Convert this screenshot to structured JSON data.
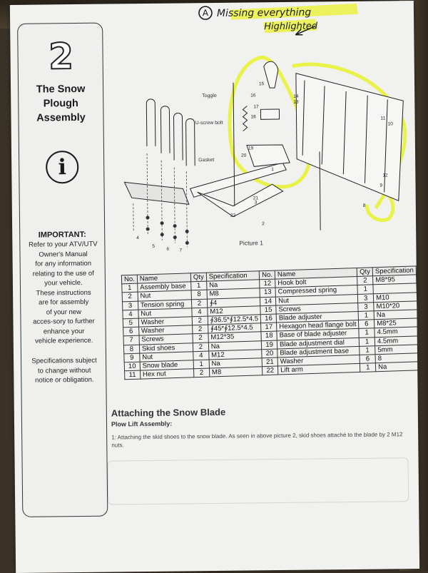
{
  "sidebar": {
    "number": "2",
    "title_line1": "The Snow",
    "title_line2": "Plough",
    "title_line3": "Assembly",
    "important_heading": "IMPORTANT:",
    "important_lines": [
      "Refer to your ATV/UTV",
      "Owner's Manual",
      "for any information",
      "relating to the use of",
      "your vehicle.",
      "These instructions",
      "are for assembly",
      "of your new",
      "acces-sory to further",
      "enhance your",
      "vehicle experience."
    ],
    "spec_lines": [
      "Specifications subject",
      "to change without",
      "notice or obligation."
    ]
  },
  "annotation": {
    "text_line1": "Missing everything",
    "text_line2": "Highlighted",
    "highlight_color": "#e8f22a"
  },
  "diagram": {
    "label_toggle": "Toggle",
    "label_ubolt": "U-screw bolt",
    "label_gasket": "Gasket",
    "numbers": [
      "15",
      "16",
      "14",
      "13",
      "17",
      "18",
      "20",
      "19",
      "11",
      "10",
      "12",
      "9",
      "8",
      "3",
      "2",
      "21",
      "22",
      "1",
      "4",
      "5",
      "6",
      "7"
    ],
    "caption": "Picture 1"
  },
  "parts_table": {
    "headers": [
      "No.",
      "Name",
      "Qty",
      "Specification",
      "No.",
      "Name",
      "Qty",
      "Specification"
    ],
    "rows": [
      [
        "1",
        "Assembly base",
        "1",
        "Na",
        "12",
        "Hook bolt",
        "2",
        "M8*95"
      ],
      [
        "2",
        "Nut",
        "8",
        "M8",
        "13",
        "Compressed spring",
        "1",
        ""
      ],
      [
        "3",
        "Tension spring",
        "2",
        "∮4",
        "14",
        "Nut",
        "3",
        "M10"
      ],
      [
        "4",
        "Nut",
        "4",
        "M12",
        "15",
        "Screws",
        "3",
        "M10*20"
      ],
      [
        "5",
        "Washer",
        "2",
        "∮36.5*∮12.5*4.5",
        "16",
        "Blade adjuster",
        "1",
        "Na"
      ],
      [
        "6",
        "Washer",
        "2",
        "∮45*∮12.5*4.5",
        "17",
        "Hexagon head flange bolt",
        "6",
        "M8*25"
      ],
      [
        "7",
        "Screws",
        "2",
        "M12*35",
        "18",
        "Base of blade adjuster",
        "1",
        "4.5mm"
      ],
      [
        "8",
        "Skid shoes",
        "2",
        "Na",
        "19",
        "Blade adjustment dial",
        "1",
        "4.5mm"
      ],
      [
        "9",
        "Nut",
        "4",
        "M12",
        "20",
        "Blade adjustment base",
        "1",
        "5mm"
      ],
      [
        "10",
        "Snow blade",
        "1",
        "Na",
        "21",
        "Washer",
        "6",
        "8"
      ],
      [
        "11",
        "Hex nut",
        "2",
        "M8",
        "22",
        "Lift arm",
        "1",
        "Na"
      ]
    ]
  },
  "attaching": {
    "title": "Attaching the Snow Blade",
    "subtitle": "Plow Lift Assembly:",
    "text": "1: Attaching the skid shoes to the snow blade. As seen in above picture 2, skid shoes attaché to the blade by 2 M12 nuts."
  }
}
